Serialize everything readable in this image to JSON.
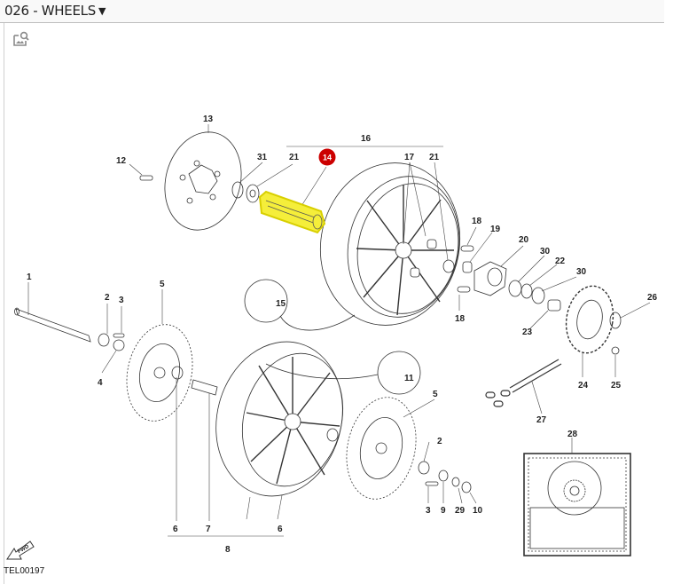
{
  "header": {
    "title": "026 - WHEELS",
    "dropdown_icon": "caret-down-icon"
  },
  "toolbar": {
    "image_zoom_icon": "image-search-icon"
  },
  "diagram": {
    "drawing_code": "TEL00197",
    "fwd_label": "FWD",
    "highlighted_part": "14",
    "colors": {
      "highlight": "#f5ee3a",
      "badge": "#cc0000",
      "line": "#333333"
    },
    "callouts": {
      "c1": "1",
      "c2a": "2",
      "c2b": "2",
      "c3a": "3",
      "c3b": "3",
      "c4": "4",
      "c5a": "5",
      "c5b": "5",
      "c6a": "6",
      "c6b": "6",
      "c7": "7",
      "c8": "8",
      "c9": "9",
      "c10": "10",
      "c11": "11",
      "c12": "12",
      "c13": "13",
      "c14": "14",
      "c15": "15",
      "c16": "16",
      "c17": "17",
      "c18a": "18",
      "c18b": "18",
      "c19": "19",
      "c20": "20",
      "c21a": "21",
      "c21b": "21",
      "c22": "22",
      "c23": "23",
      "c24": "24",
      "c25": "25",
      "c26": "26",
      "c27": "27",
      "c28": "28",
      "c29": "29",
      "c30a": "30",
      "c30b": "30",
      "c31": "31"
    }
  }
}
